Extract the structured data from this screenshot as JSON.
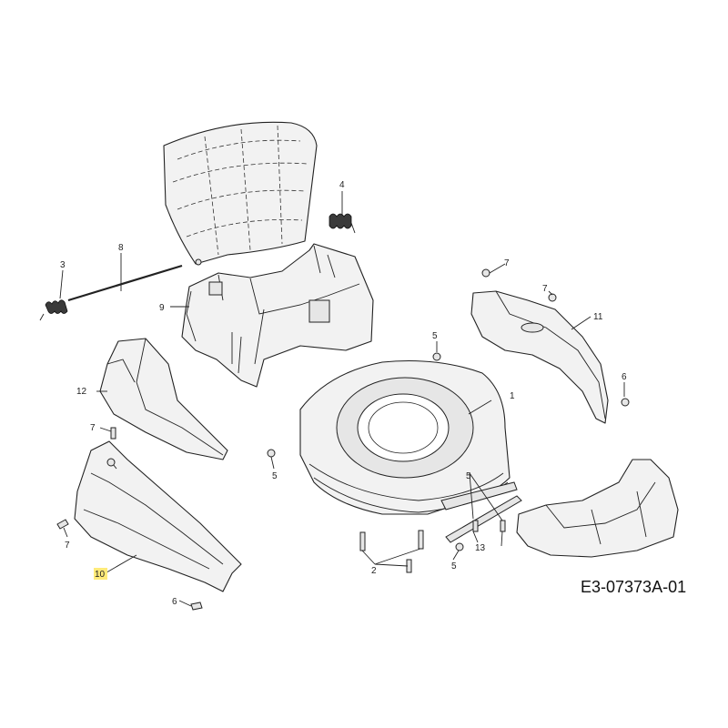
{
  "diagram": {
    "drawing_code": "E3-07373A-01",
    "callouts": {
      "c1": "1",
      "c2": "2",
      "c3": "3",
      "c4": "4",
      "c5a": "5",
      "c5b": "5",
      "c5c": "5",
      "c5d": "5",
      "c6a": "6",
      "c6b": "6",
      "c7a": "7",
      "c7b": "7",
      "c7c": "7",
      "c7d": "7",
      "c8": "8",
      "c9": "9",
      "c10": "10",
      "c11": "11",
      "c12": "12",
      "c13": "13"
    },
    "highlight_color": "#ffeb7a"
  }
}
